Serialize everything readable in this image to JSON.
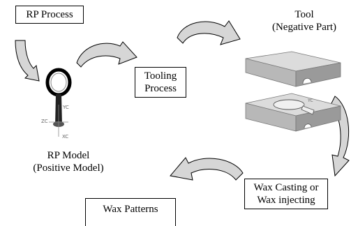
{
  "boxes": {
    "rp_process": "RP Process",
    "tooling_process_line1": "Tooling",
    "tooling_process_line2": "Process",
    "wax_casting_line1": "Wax Casting or",
    "wax_casting_line2": "Wax injecting",
    "wax_patterns": "Wax Patterns"
  },
  "labels": {
    "tool_line1": "Tool",
    "tool_line2": "(Negative Part)",
    "rp_model_line1": "RP Model",
    "rp_model_line2": "(Positive Model)"
  },
  "axis_labels": {
    "yc": "YC",
    "zc": "ZC",
    "xc": "XC",
    "tool_yc": "YC"
  },
  "colors": {
    "arrow_fill": "#d6d6d6",
    "mold_top": "#dcdcdc",
    "mold_side": "#9a9a9a",
    "mold_front": "#b8b8b8"
  }
}
